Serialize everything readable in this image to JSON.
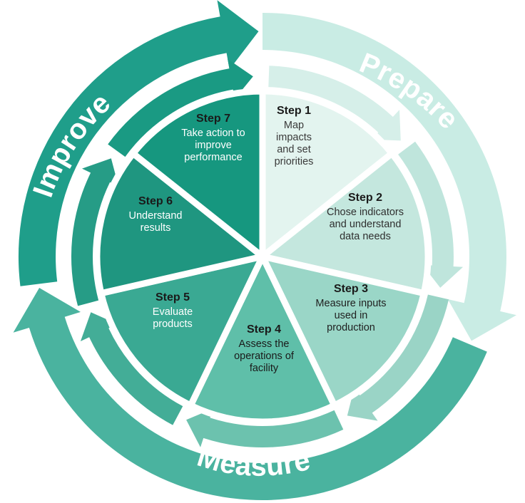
{
  "phases": {
    "prepare": {
      "label": "Prepare",
      "color": "#c9ece4"
    },
    "measure": {
      "label": "Measure",
      "color": "#4ab39f"
    },
    "improve": {
      "label": "Improve",
      "color": "#1f9e8a"
    }
  },
  "steps": [
    {
      "title": "Step 1",
      "lines": [
        "Map",
        "impacts",
        "and set",
        "priorities"
      ],
      "fill": "#e3f4ef",
      "text_color": "#3a3a3a"
    },
    {
      "title": "Step 2",
      "lines": [
        "Chose indicators",
        "and understand",
        "data needs"
      ],
      "fill": "#c4e7de",
      "text_color": "#2f2f2f"
    },
    {
      "title": "Step 3",
      "lines": [
        "Measure inputs",
        "used in",
        "production"
      ],
      "fill": "#9ad6c7",
      "text_color": "#1f1f1f"
    },
    {
      "title": "Step 4",
      "lines": [
        "Assess the",
        "operations of",
        "facility"
      ],
      "fill": "#5fbfa9",
      "text_color": "#1a1a1a"
    },
    {
      "title": "Step 5",
      "lines": [
        "Evaluate",
        "products"
      ],
      "fill": "#3aa993",
      "text_color": "#ffffff"
    },
    {
      "title": "Step 6",
      "lines": [
        "Understand",
        "results"
      ],
      "fill": "#1f9680",
      "text_color": "#ffffff"
    },
    {
      "title": "Step 7",
      "lines": [
        "Take action to",
        "improve",
        "performance"
      ],
      "fill": "#16977f",
      "text_color": "#ffffff"
    }
  ]
}
